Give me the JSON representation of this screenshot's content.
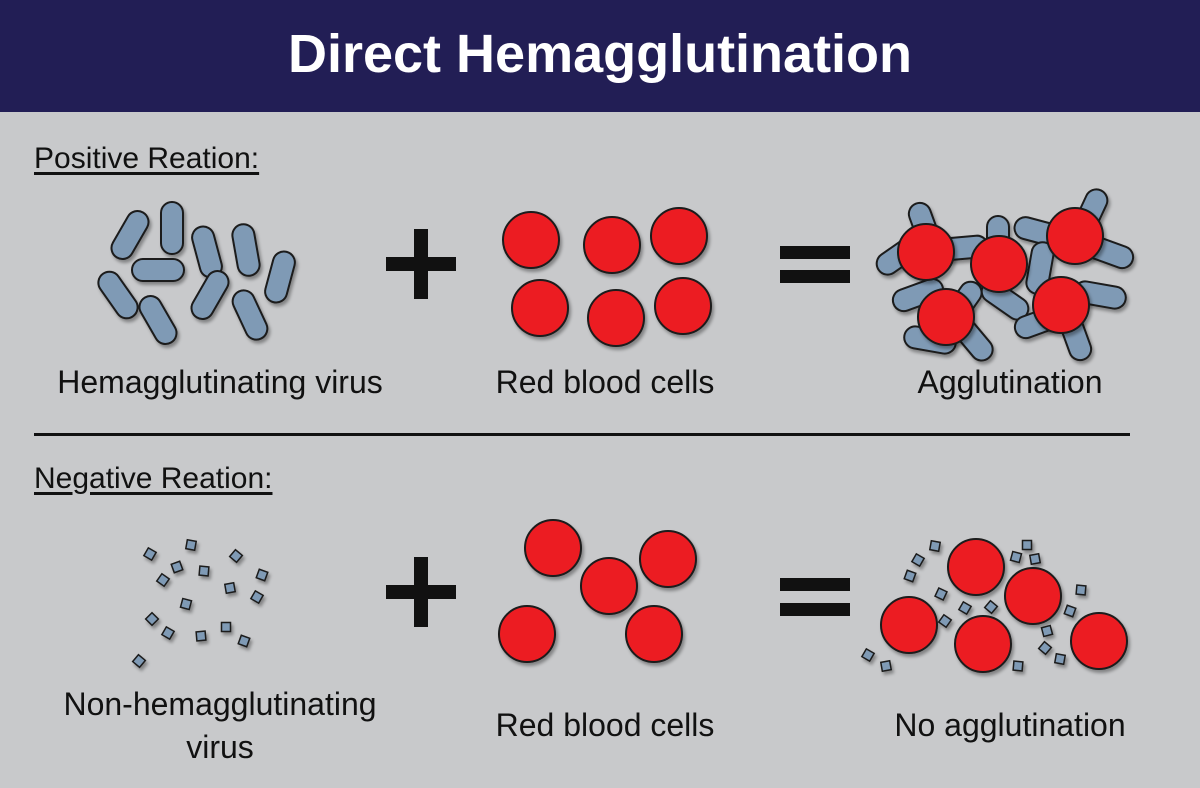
{
  "title": "Direct Hemagglutination",
  "colors": {
    "header_bg": "#221e55",
    "background": "#c8c9cb",
    "virus_fill": "#7f9ab5",
    "rbc_fill": "#ec1c24",
    "outline": "#1a1a1a"
  },
  "positive": {
    "label": "Positive Reation:",
    "virus_caption": "Hemagglutinating virus",
    "rbc_caption": "Red blood cells",
    "result_caption": "Agglutination",
    "operator_plus": "plus-icon",
    "operator_equals": "equals-icon"
  },
  "negative": {
    "label": "Negative Reation:",
    "virus_caption_line1": "Non-hemagglutinating",
    "virus_caption_line2": "virus",
    "rbc_caption": "Red blood cells",
    "result_caption": "No agglutination",
    "operator_plus": "plus-icon",
    "operator_equals": "equals-icon"
  }
}
